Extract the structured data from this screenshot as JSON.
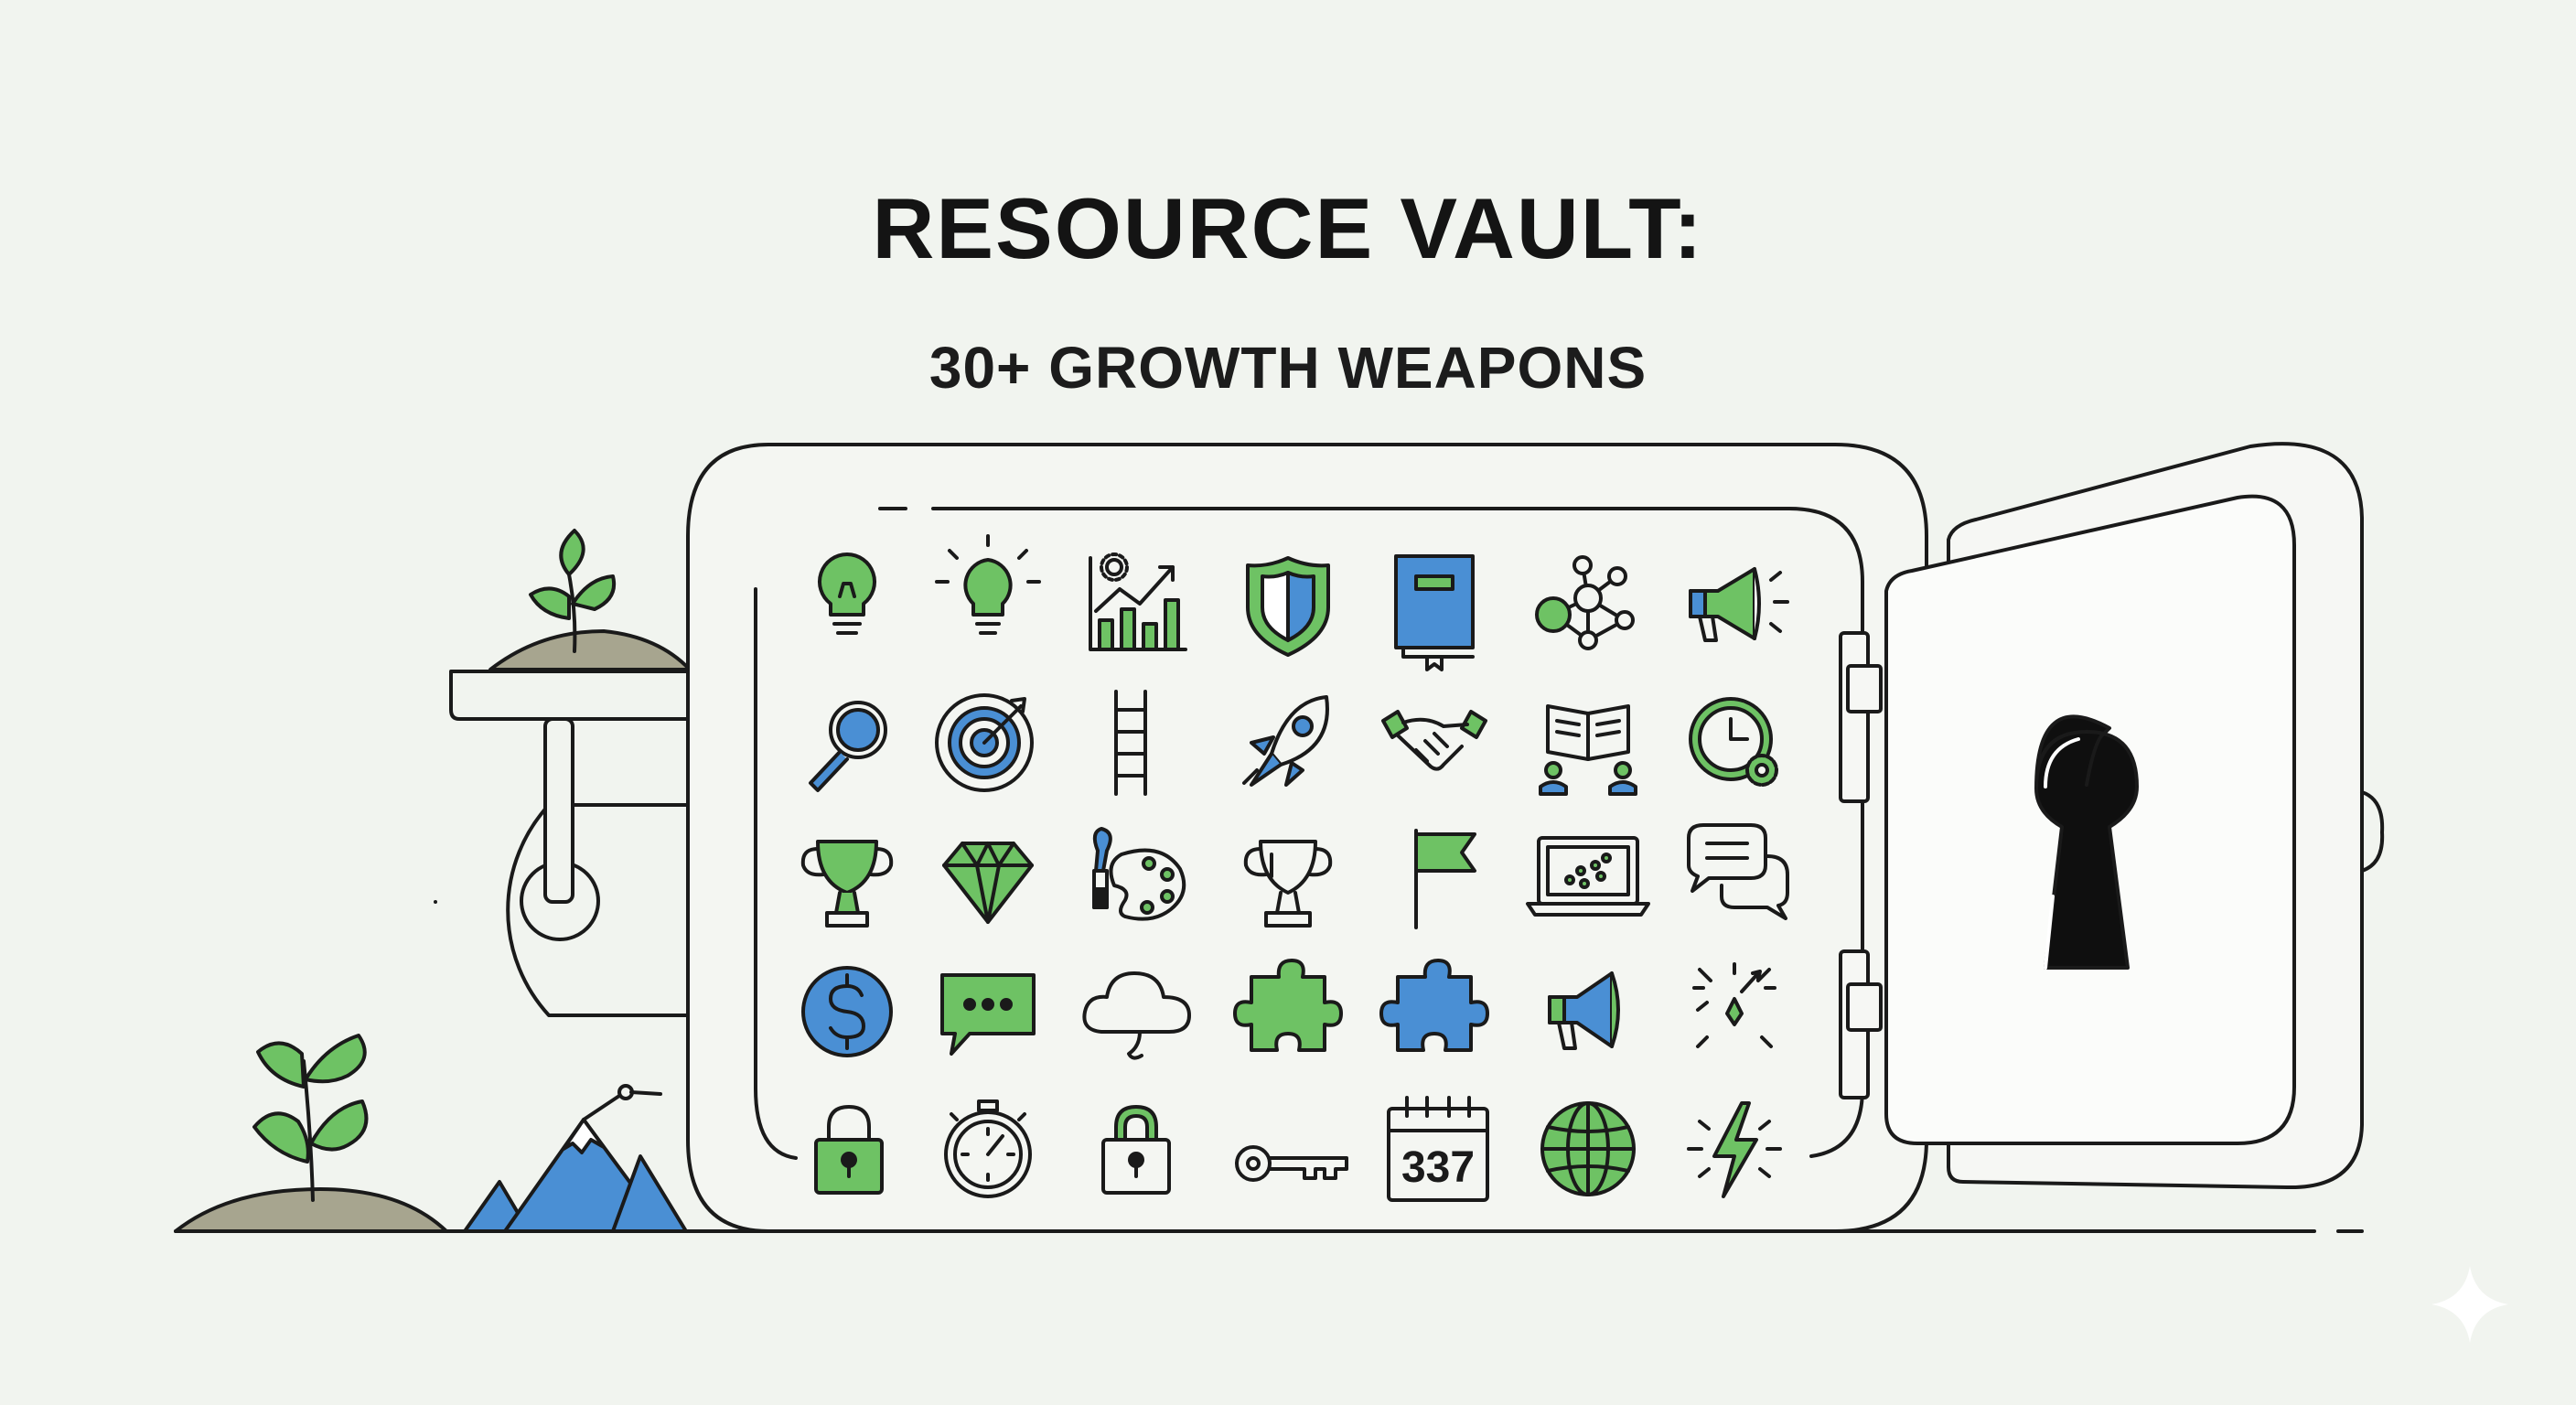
{
  "header": {
    "title": "RESOURCE VAULT:",
    "subtitle": "30+ GROWTH WEAPONS"
  },
  "colors": {
    "background": "#f1f4ef",
    "ink": "#1a1a1a",
    "green": "#6ec264",
    "blue": "#4a8fd4",
    "soil": "#a7a58f"
  },
  "vault": {
    "icons": [
      [
        "lightbulb-icon",
        "lightbulb-glowing-icon",
        "growth-chart-icon",
        "shield-icon",
        "book-icon",
        "network-icon",
        "megaphone-icon"
      ],
      [
        "magnifier-icon",
        "target-icon",
        "ladder-icon",
        "rocket-icon",
        "handshake-icon",
        "reading-group-icon",
        "clock-gear-icon"
      ],
      [
        "trophy-icon",
        "diamond-icon",
        "palette-icon",
        "trophy-outline-icon",
        "flag-icon",
        "laptop-icon",
        "chat-bubbles-icon"
      ],
      [
        "dollar-coin-icon",
        "chat-message-icon",
        "cloud-icon",
        "puzzle-green-icon",
        "puzzle-blue-icon",
        "megaphone-blue-icon",
        "sparkle-pointer-icon"
      ],
      [
        "padlock-icon",
        "stopwatch-icon",
        "padlock-green-icon",
        "key-icon",
        "calendar-icon",
        "globe-icon",
        "lightning-icon"
      ]
    ],
    "calendar_number": "337"
  }
}
